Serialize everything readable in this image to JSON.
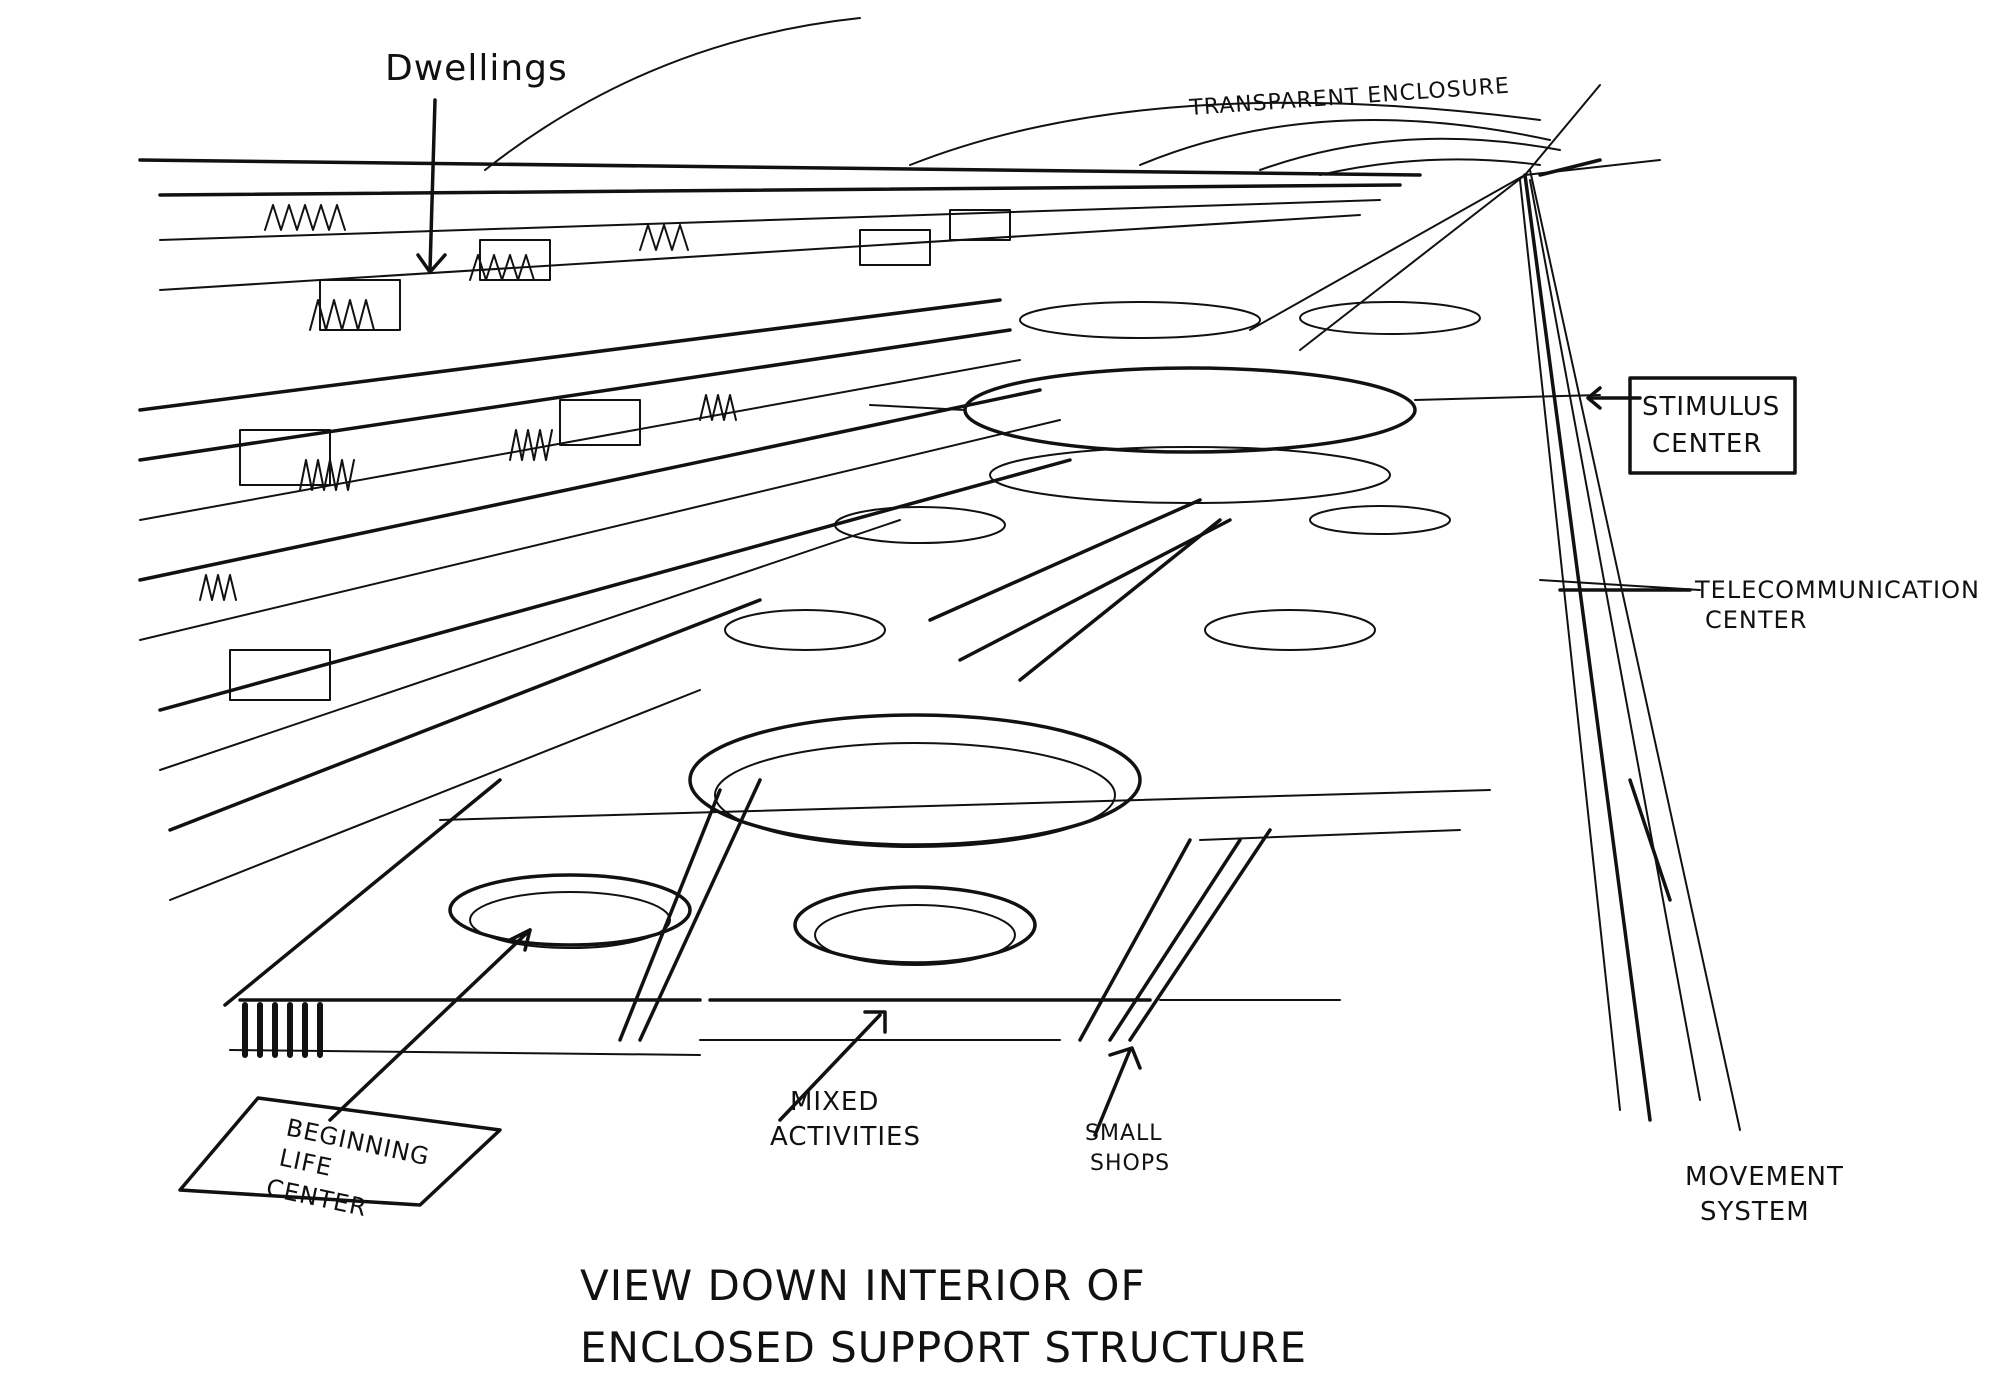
{
  "labels": {
    "dwellings": "Dwellings",
    "transparent_enclosure": "TRANSPARENT ENCLOSURE",
    "stimulus_center": [
      "STIMULUS",
      "CENTER"
    ],
    "telecommunication_center": [
      "TELECOMMUNICATION",
      "CENTER"
    ],
    "beginning_life_center": [
      "BEGINNING",
      "LIFE",
      "CENTER"
    ],
    "mixed_activities": [
      "MIXED",
      "ACTIVITIES"
    ],
    "small_shops": [
      "SMALL",
      "SHOPS"
    ],
    "movement_system": [
      "MOVEMENT",
      "SYSTEM"
    ]
  },
  "caption": [
    "VIEW DOWN INTERIOR OF",
    "ENCLOSED SUPPORT STRUCTURE"
  ],
  "colors": {
    "ink": "#111111",
    "paper": "#ffffff"
  }
}
